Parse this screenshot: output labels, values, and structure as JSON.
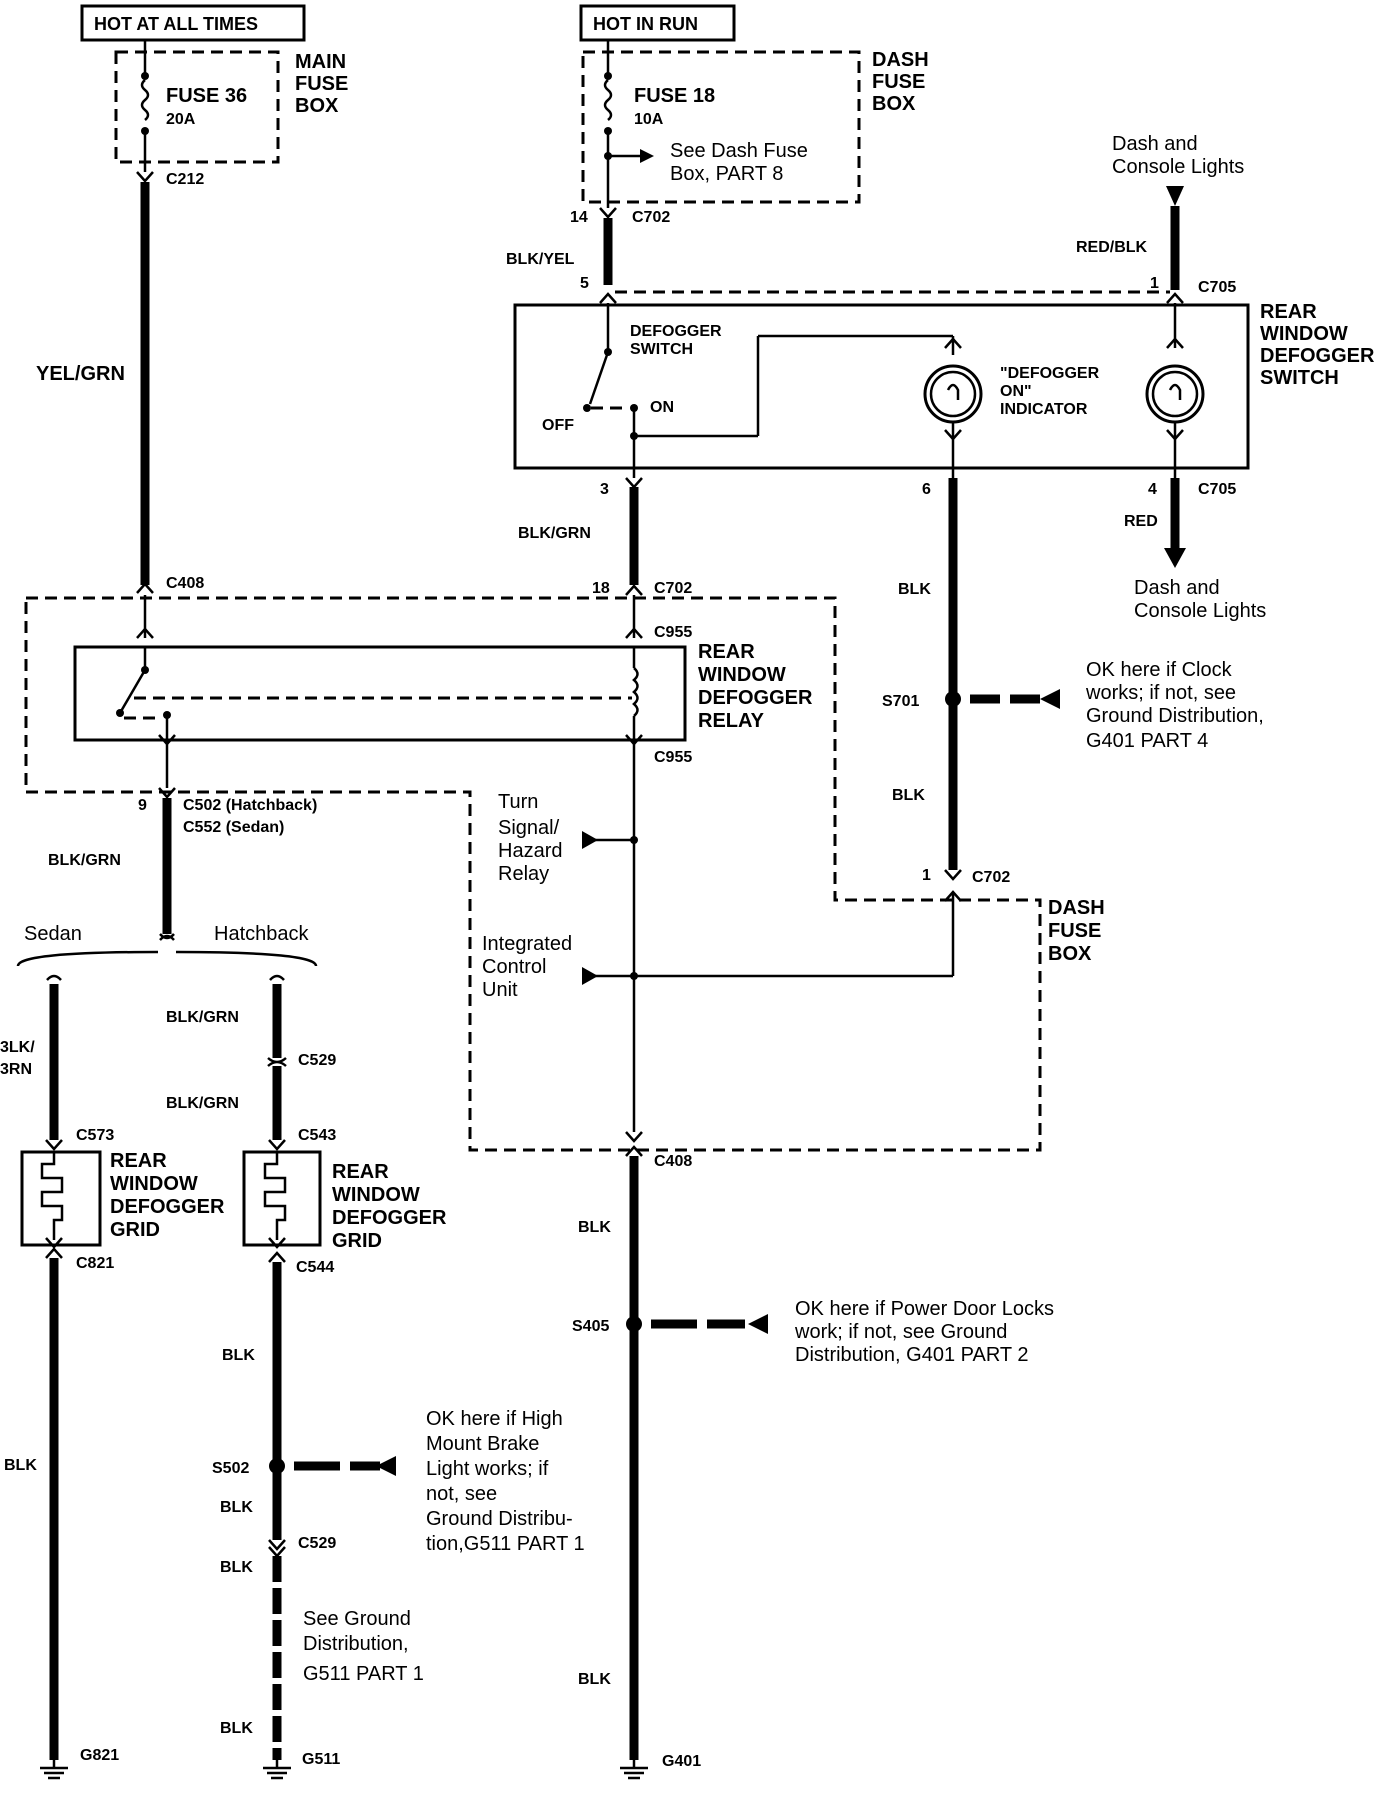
{
  "headers": {
    "hot_at_all_times": "HOT AT ALL TIMES",
    "hot_in_run": "HOT IN RUN"
  },
  "fuse_36": {
    "name": "FUSE 36",
    "rating": "20A",
    "box_lines": [
      "MAIN",
      "FUSE",
      "BOX"
    ]
  },
  "fuse_18": {
    "name": "FUSE 18",
    "rating": "10A",
    "box_lines": [
      "DASH",
      "FUSE",
      "BOX"
    ],
    "note_lines": [
      "See Dash Fuse",
      "Box, PART 8"
    ]
  },
  "connectors": {
    "c212": "C212",
    "c702": "C702",
    "c705": "C705",
    "c408": "C408",
    "c955": "C955",
    "c502": "C502 (Hatchback)",
    "c552": "C552 (Sedan)",
    "c529": "C529",
    "c543": "C543",
    "c573": "C573",
    "c821": "C821",
    "c544": "C544",
    "s502": "S502",
    "s405": "S405",
    "s701": "S701",
    "g821": "G821",
    "g511": "G511",
    "g401": "G401"
  },
  "pins": {
    "p14": "14",
    "p5": "5",
    "p1": "1",
    "p3": "3",
    "p6": "6",
    "p4": "4",
    "p18": "18",
    "p9": "9"
  },
  "wires": {
    "yel_grn": "YEL/GRN",
    "blk_yel": "BLK/YEL",
    "red_blk": "RED/BLK",
    "blk_grn": "BLK/GRN",
    "blk": "BLK",
    "red": "RED",
    "blk_grn_cut_1": "3LK/",
    "blk_grn_cut_2": "3RN"
  },
  "dash_lights_top": [
    "Dash and",
    "Console Lights"
  ],
  "dash_lights_bottom": [
    "Dash and",
    "Console Lights"
  ],
  "switch_block": {
    "title_lines": [
      "REAR",
      "WINDOW",
      "DEFOGGER",
      "SWITCH"
    ],
    "switch_label_lines": [
      "DEFOGGER",
      "SWITCH"
    ],
    "off": "OFF",
    "on": "ON",
    "indicator_lines": [
      "\"DEFOGGER",
      "ON\"",
      "INDICATOR"
    ]
  },
  "relay_block": {
    "title_lines": [
      "REAR",
      "WINDOW",
      "DEFOGGER",
      "RELAY"
    ]
  },
  "dash_fuse_box_lower": [
    "DASH",
    "FUSE",
    "BOX"
  ],
  "branches": {
    "sedan": "Sedan",
    "hatchback": "Hatchback"
  },
  "turn_relay_lines": [
    "Turn",
    "Signal/",
    "Hazard",
    "Relay"
  ],
  "icu_lines": [
    "Integrated",
    "Control",
    "Unit"
  ],
  "grid_sedan_lines": [
    "REAR",
    "WINDOW",
    "DEFOGGER",
    "GRID"
  ],
  "grid_hatch_lines": [
    "REAR",
    "WINDOW",
    "DEFOGGER",
    "GRID"
  ],
  "notes": {
    "s701_lines": [
      "OK here if Clock",
      "works; if not, see",
      "Ground Distribution,",
      "G401 PART 4"
    ],
    "s405_lines": [
      "OK here if Power Door Locks",
      "work; if not, see Ground",
      "Distribution,  G401 PART 2"
    ],
    "s502_lines": [
      "OK here if High",
      "Mount Brake",
      "Light works; if",
      "not, see",
      "Ground Distribu-",
      "tion,G511 PART 1"
    ],
    "g511_lines": [
      "See Ground",
      "Distribution,",
      "G511 PART 1"
    ]
  }
}
